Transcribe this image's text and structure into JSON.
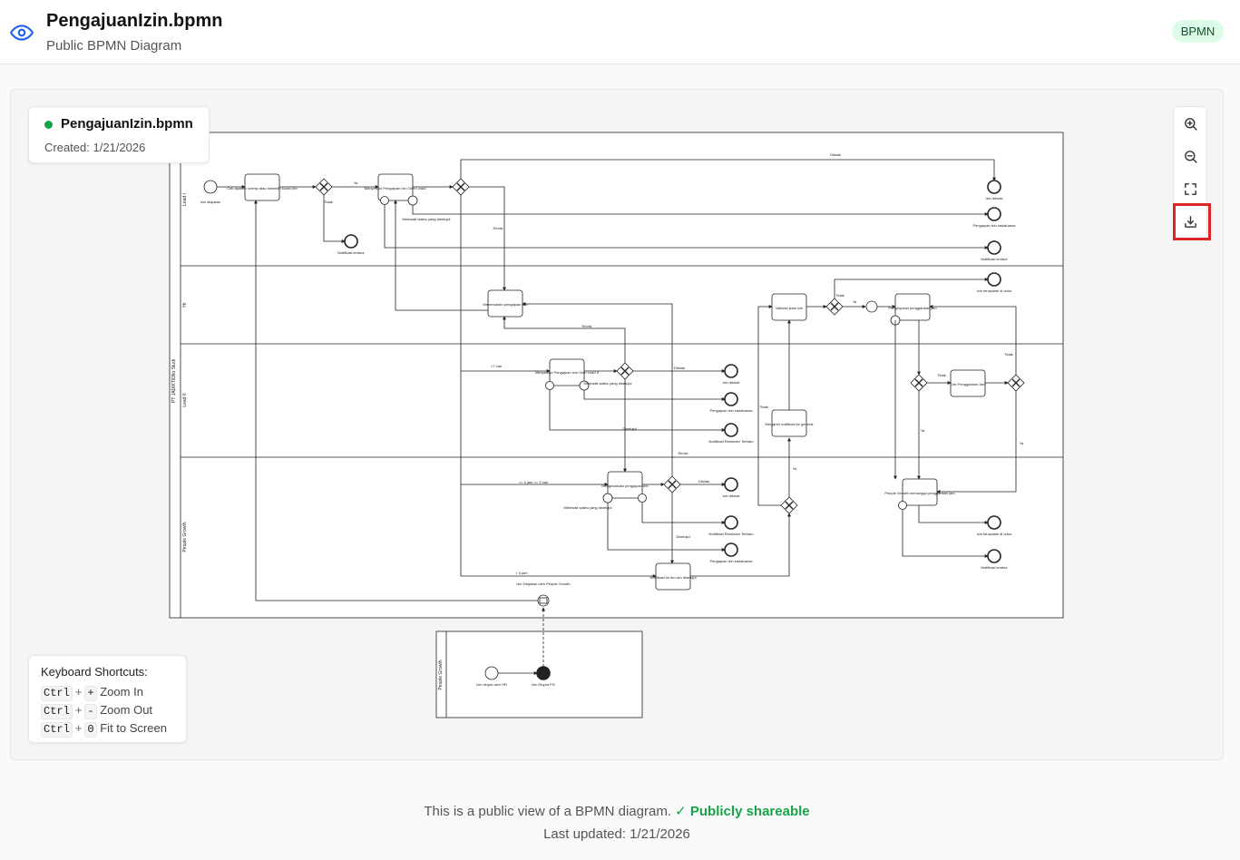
{
  "header": {
    "title": "PengajuanIzin.bpmn",
    "subtitle": "Public BPMN Diagram",
    "badge": "BPMN"
  },
  "file_card": {
    "name": "PengajuanIzin.bpmn",
    "created": "Created: 1/21/2026",
    "status_color": "#16a34a"
  },
  "toolbar": {
    "zoom_in_icon": "zoom-in-icon",
    "zoom_out_icon": "zoom-out-icon",
    "fit_icon": "fit-screen-icon",
    "download_icon": "download-icon"
  },
  "shortcuts": {
    "title": "Keyboard Shortcuts:",
    "ctrl": "Ctrl",
    "plus_sign": "+",
    "zoom_in_key": "+",
    "zoom_in_label": "Zoom In",
    "zoom_out_key": "-",
    "zoom_out_label": "Zoom Out",
    "fit_key": "0",
    "fit_label": "Fit to Screen"
  },
  "footer": {
    "text": "This is a public view of a BPMN diagram.",
    "shareable": "✓ Publicly shareable",
    "last_updated": "Last updated: 1/21/2026"
  },
  "diagram": {
    "pool_label": "PT JADIKTIDIlo Studi",
    "lanes": [
      "Lead I",
      "Hr",
      "Lead II",
      "People Growth"
    ],
    "pool2_label": "People Growth",
    "tasks": {
      "cek_apakah": "Cek apakah overtip atau melebihi kuota izin",
      "menyetujui_1": "Menyetujui Pengajuan Izin Oleh Lead I",
      "meneruskan": "Meneruskan pengajuan izin",
      "menyetujui_2": "Menyetujui Pengajuan Izin Oleh Lead II",
      "mengevaluasi": "Mengevaluasi pengajuan izin",
      "notifikasi": "Notifikasi ke tim izin disetujui",
      "validasi": "Validasi jenis izin",
      "mengirim": "Mengirim notifikasi ke general",
      "penginputan": "Penginputan penggantian jam",
      "cek_penggantian": "Cek Penggantian Jam",
      "people_growth": "People Growth menunggu penggantian jam"
    },
    "events": {
      "izin_diajukan": "Izin diajukan",
      "notifikasi_lembur": "Notifikasi lembur",
      "izin_ditolak_1": "Izin ditolak",
      "pengajuan_kadaluarsa_1": "Pengajuan izin kadaluarsa",
      "notifikasi_lembur_2": "Notifikasi lembur",
      "izin_terupdate_1": "Izin terupdate di odoo",
      "izin_ditolak_2": "Izin ditolak",
      "pengajuan_kadaluarsa_2": "Pengajuan izin kadaluarsa",
      "notifikasi_reminder_1": "Notifikasi Reminder Terbaru",
      "izin_ditolak_3": "Izin ditolak",
      "notifikasi_reminder_2": "Notifikasi Reminder Terbaru",
      "pengajuan_kadaluarsa_3": "Pengajuan izin kadaluarsa",
      "izin_terupdate_2": "Izin terupdate di odoo",
      "notifikasi_lembur_3": "Notifikasi lembur",
      "izin_diajukan_pg": "Izin Diajukan oleh People Growth",
      "izin_dinput_hr": "Izin dinput oleh HR",
      "izin_dinput_pg": "Izin Dinput PG"
    },
    "flow_labels": {
      "ditolak_top": "Ditolak",
      "ya": "Ya",
      "tidak": "Tidak",
      "revisi": "Revisi",
      "lebih_7": ">7 hari",
      "ditolak": "Ditolak",
      "disetujui": "Disetujui",
      "range": ">= 4 jam <= 2 hari",
      "kurang_4": "< 4 jam",
      "melewati": "Melewati waktu yang disetujui"
    }
  }
}
